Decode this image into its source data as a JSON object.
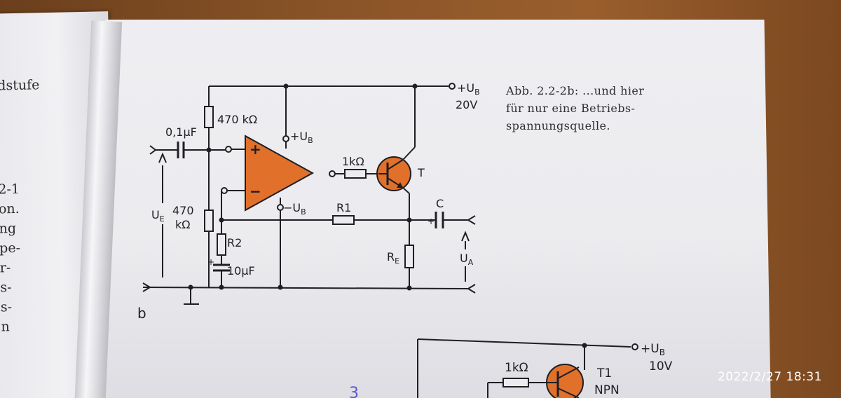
{
  "left_page": {
    "fragments": [
      "dstufe",
      "2-1",
      "on.",
      "ng",
      "pe-",
      "r-",
      "s-",
      "s-",
      "n"
    ]
  },
  "caption": {
    "lines": [
      "Abb. 2.2-2b: ...und hier",
      "für nur eine Betriebs-",
      "spannungsquelle."
    ]
  },
  "circuit_top": {
    "r_feed": "470 kΩ",
    "c_in": "0,1μF",
    "opamp_plus": "+",
    "opamp_minus": "−",
    "supply_pos": "+U",
    "supply_pos_sub": "B",
    "supply_neg": "−U",
    "supply_neg_sub": "B",
    "r_base": "1kΩ",
    "transistor": "T",
    "rail_label": "+U",
    "rail_label_sub": "B",
    "rail_voltage": "20V",
    "r_bias_top": "470",
    "r_bias_bottom": "kΩ",
    "ue": "U",
    "ue_sub": "E",
    "r1": "R1",
    "r2": "R2",
    "c_out": "C",
    "c_out_plus": "+",
    "c_r2": "10μF",
    "c_r2_plus": "+",
    "re": "R",
    "re_sub": "E",
    "ua": "U",
    "ua_sub": "A",
    "figure_letter": "b"
  },
  "circuit_bottom": {
    "r_base": "1kΩ",
    "transistor": "T1",
    "transistor_type": "NPN",
    "rail_label": "+U",
    "rail_label_sub": "B",
    "rail_voltage": "10V",
    "page_mark": "3"
  },
  "timestamp": "2022/2/27 18:31",
  "colors": {
    "component_fill": "#e0702a",
    "ink": "#1e1e24",
    "paper": "#ececef"
  }
}
